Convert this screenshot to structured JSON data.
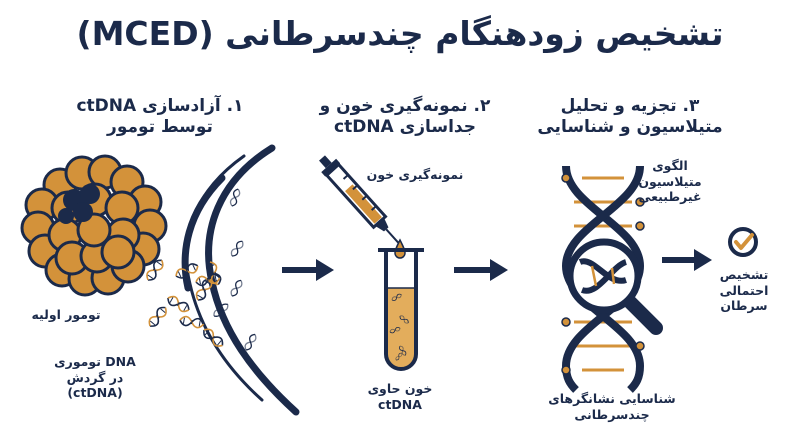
{
  "title": "تشخیص زودهنگام چندسرطانی (MCED)",
  "steps": [
    {
      "number": "۱.",
      "line1": "آزادسازی ctDNA",
      "line2": "توسط تومور"
    },
    {
      "number": "۲.",
      "line1": "نمونه‌گیری خون و",
      "line2": "جداسازی ctDNA"
    },
    {
      "number": "۳.",
      "line1": "تجزیه و تحلیل",
      "line2": "متیلاسیون و شناسایی"
    }
  ],
  "labels": {
    "primary_tumor": "تومور اولیه",
    "ctdna_line1": "DNA توموری",
    "ctdna_line2": "در گردش",
    "ctdna_line3": "(ctDNA)",
    "blood_sampling": "نمونه‌گیری خون",
    "blood_line1": "خون حاوی",
    "blood_line2": "ctDNA",
    "methylation_line1": "الگوی",
    "methylation_line2": "متیلاسیون",
    "methylation_line3": "غیرطبیعی",
    "markers_line1": "شناسایی نشانگرهای",
    "markers_line2": "چندسرطانی",
    "diagnosis_line1": "تشخیص",
    "diagnosis_line2": "احتمالی",
    "diagnosis_line3": "سرطان"
  },
  "colors": {
    "navy": "#1b2a4a",
    "orange": "#d3923a",
    "light_orange": "#e3ad5c"
  }
}
